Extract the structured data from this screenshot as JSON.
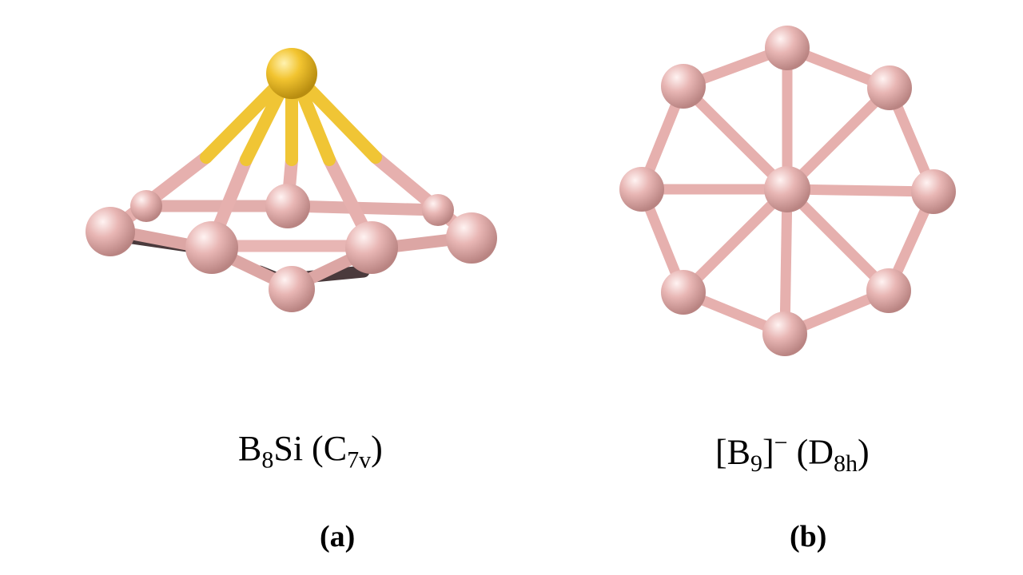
{
  "panels": [
    {
      "id": "a",
      "label": "(a)",
      "formula": {
        "pre": "B",
        "sub1": "8",
        "mid": "Si (C",
        "sub2": "7v",
        "post": ")"
      },
      "atoms": [
        "Si",
        "B",
        "B",
        "B",
        "B",
        "B",
        "B",
        "B",
        "B"
      ]
    },
    {
      "id": "b",
      "label": "(b)",
      "formula": {
        "pre": "[B",
        "sub1": "9",
        "mid": "]",
        "sup": "−",
        "mid2": " (D",
        "sub2": "8h",
        "post": ")"
      },
      "atoms": [
        "B",
        "B",
        "B",
        "B",
        "B",
        "B",
        "B",
        "B",
        "B"
      ]
    }
  ],
  "colors": {
    "boron": "#e8b6b4",
    "silicon": "#f2c430",
    "bond_boron": "#e6b0ae",
    "bond_silicon": "#f0c535",
    "bond_dark": "#4a3a3c"
  }
}
